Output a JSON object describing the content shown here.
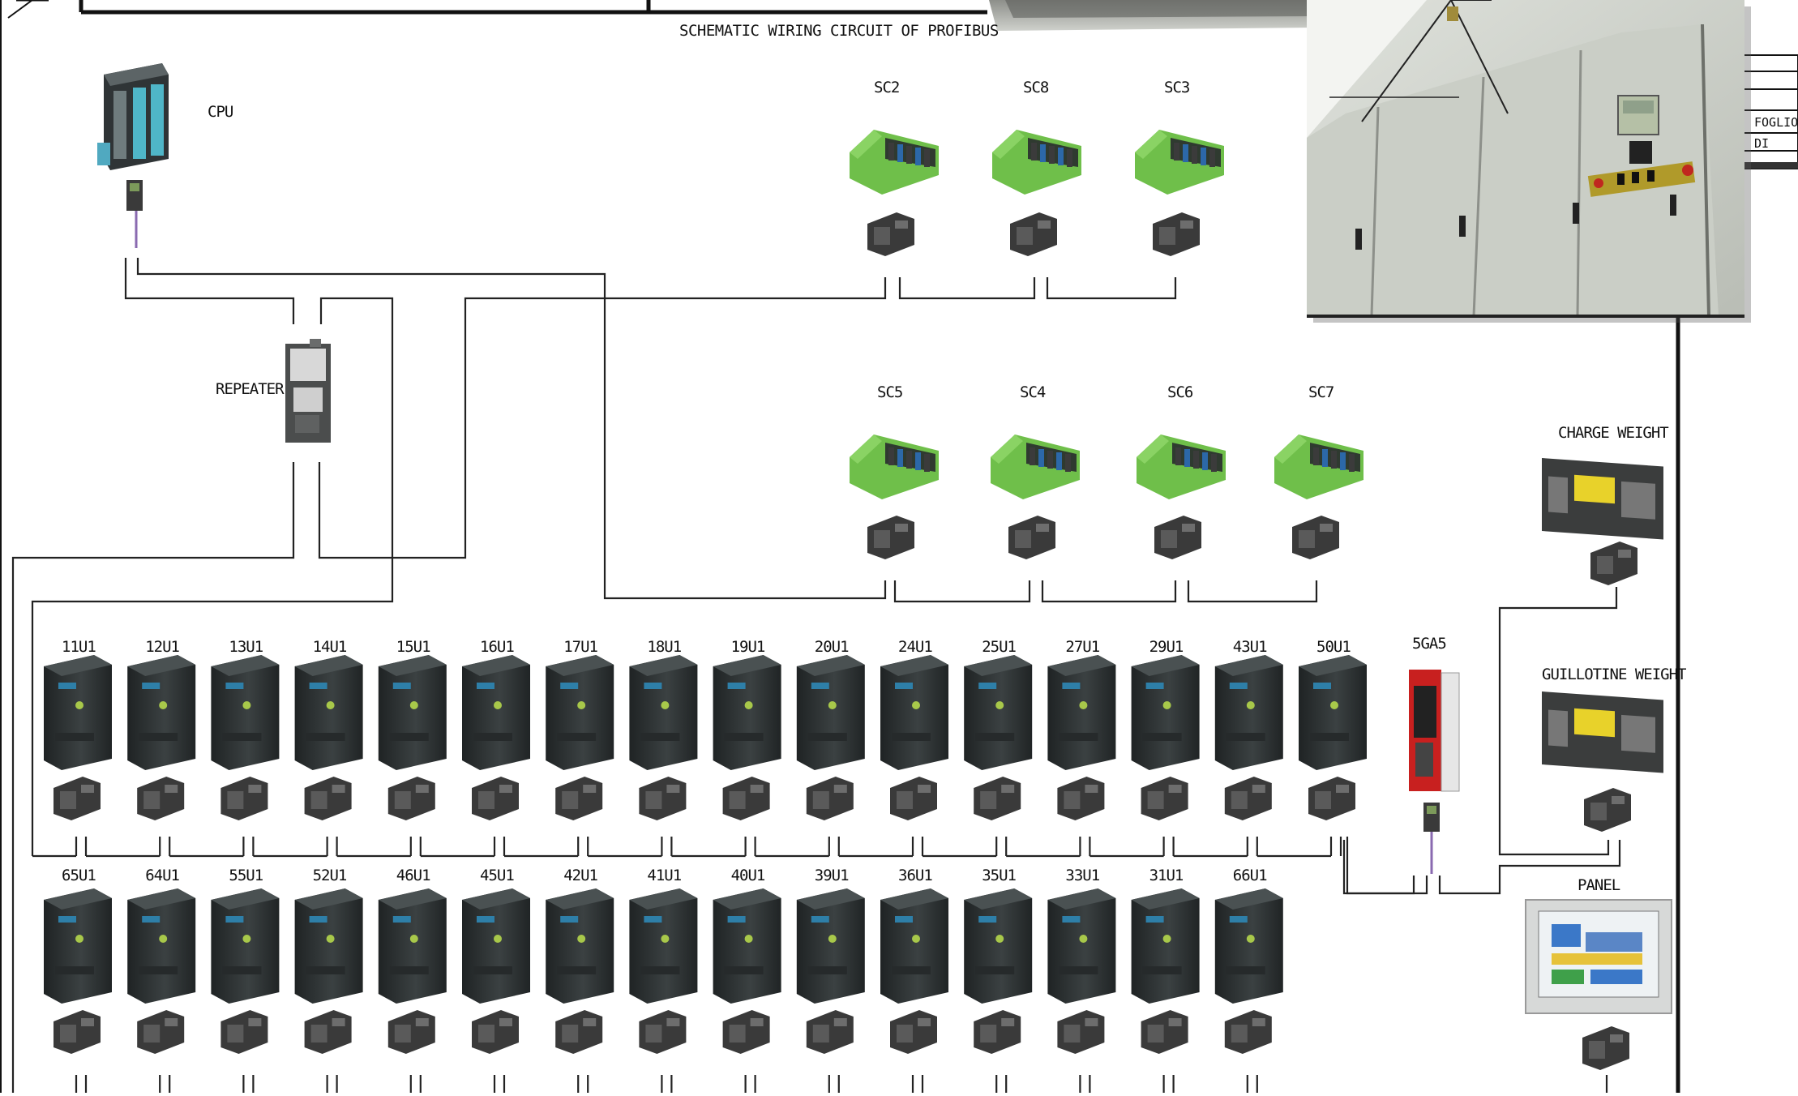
{
  "title": "SCHEMATIC WIRING CIRCUIT OF PROFIBUS",
  "cpu": {
    "label": "CPU"
  },
  "repeater": {
    "label": "REPEATER"
  },
  "top_modules": [
    "SC2",
    "SC8",
    "SC3"
  ],
  "mid_modules": [
    "SC5",
    "SC4",
    "SC6",
    "SC7"
  ],
  "drive_row_1": [
    "11U1",
    "12U1",
    "13U1",
    "14U1",
    "15U1",
    "16U1",
    "17U1",
    "18U1",
    "19U1",
    "20U1",
    "24U1",
    "25U1",
    "27U1",
    "29U1",
    "43U1",
    "50U1"
  ],
  "drive_row_2": [
    "65U1",
    "64U1",
    "55U1",
    "52U1",
    "46U1",
    "45U1",
    "42U1",
    "41U1",
    "40U1",
    "39U1",
    "36U1",
    "35U1",
    "33U1",
    "31U1",
    "66U1"
  ],
  "dc_drive": {
    "label": "5GA5"
  },
  "charge_weight": {
    "label": "CHARGE WEIGHT"
  },
  "guillotine_weight": {
    "label": "GUILLOTINE WEIGHT"
  },
  "panel": {
    "label": "PANEL"
  },
  "title_block": {
    "foglio": "FOGLIO",
    "di": "DI"
  },
  "colors": {
    "drive_body": "#2b2f30",
    "module_green": "#6fbf4a",
    "connector": "#3a3a3a",
    "cabinet": "#c9cdc6",
    "cable_purple": "#8a6ab0",
    "dc_drive_red": "#c8201f"
  }
}
